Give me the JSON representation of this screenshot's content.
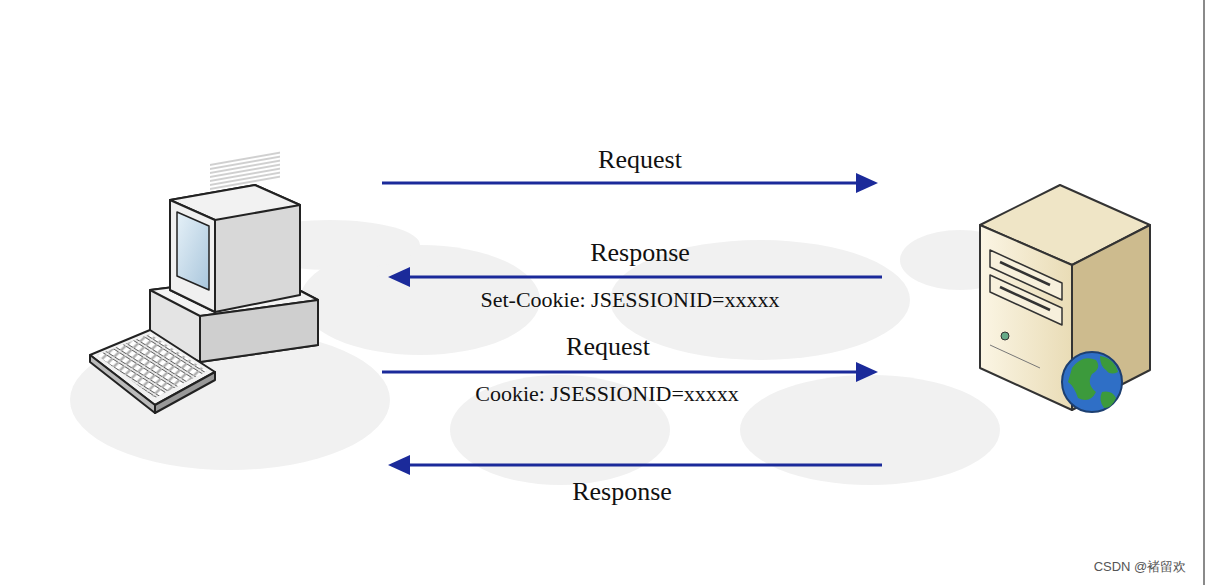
{
  "diagram": {
    "labels": [
      "Request",
      "Response",
      "Set-Cookie: JSESSIONID=xxxxx",
      "Request",
      "Cookie: JSESSIONID=xxxxx",
      "Response",
      "CSDN @褚留欢"
    ]
  }
}
